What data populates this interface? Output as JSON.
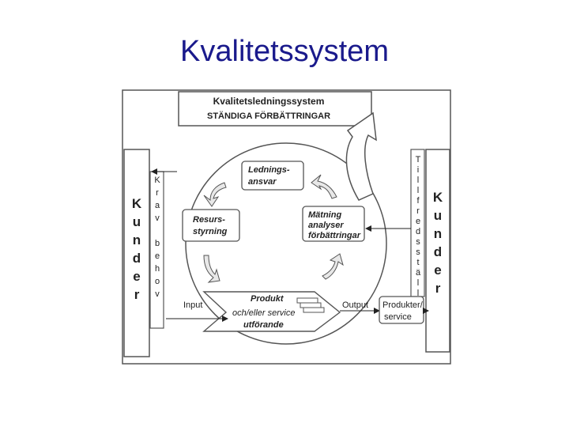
{
  "slide": {
    "title": "Kvalitetssystem"
  },
  "diagram": {
    "system_box": {
      "title": "Kvalitetsledningssystem",
      "subtitle": "STÄNDIGA FÖRBÄTTRINGAR"
    },
    "customers_left": "Kunder",
    "customers_right": "Kunder",
    "requirements": [
      "K",
      "r",
      "a",
      "v",
      "",
      "b",
      "e",
      "h",
      "o",
      "v"
    ],
    "satisfaction": [
      "T",
      "i",
      "l",
      "l",
      "f",
      "r",
      "e",
      "d",
      "s",
      "s",
      "t",
      "ä",
      "l",
      "l"
    ],
    "management": [
      "Lednings-",
      "ansvar"
    ],
    "resources": [
      "Resurs-",
      "styrning"
    ],
    "measurement": [
      "Mätning",
      "analyser",
      "förbättringar"
    ],
    "product_realization": [
      "Produkt",
      "och/eller service",
      "utförande"
    ],
    "input_label": "Input",
    "output_label": "Output",
    "product_service": [
      "Produkter/",
      "service"
    ]
  }
}
